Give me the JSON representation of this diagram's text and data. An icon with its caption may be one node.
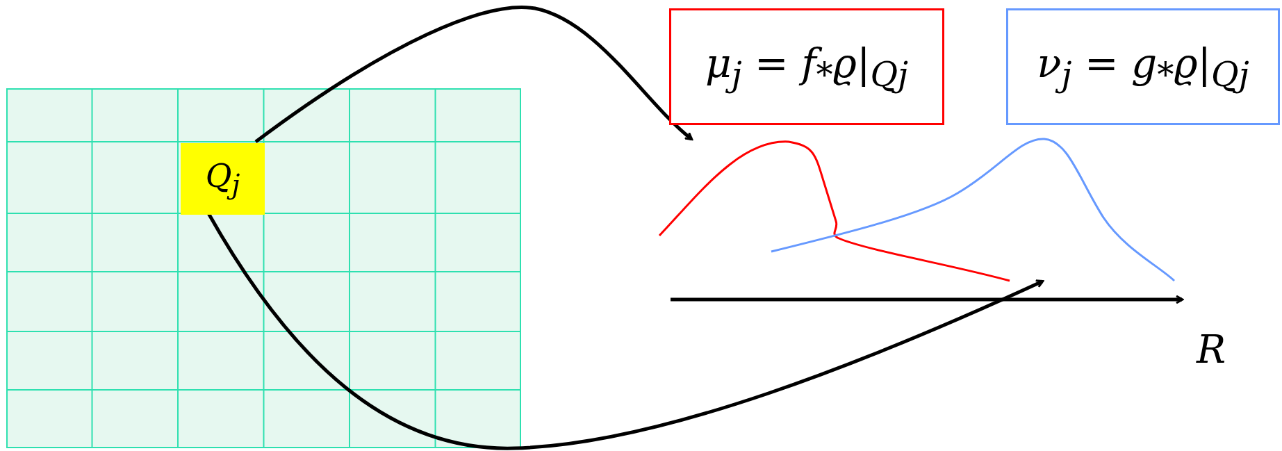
{
  "diagram": {
    "nodes": [
      {
        "text": [],
        "shape": "box"
      },
      {
        "text": [
          "Q$_{j}$"
        ],
        "in": 0
      },
      {
        "text": [
          "μ$_{j}$ = f$_{*}$ϱ|$_{Qj}$"
        ]
      },
      {
        "text": [
          "ν$_{j}$ = g$_{*}$ϱ|$_{Qj}$"
        ]
      },
      {
        "text": [],
        "shape": "curve"
      },
      {
        "text": [],
        "shape": "curve"
      }
    ],
    "edges": [
      {
        "from": 1,
        "to": 4,
        "arrow": "to"
      },
      {
        "from": 1,
        "to": 5,
        "arrow": "to"
      }
    ],
    "labels": [
      "R"
    ]
  }
}
